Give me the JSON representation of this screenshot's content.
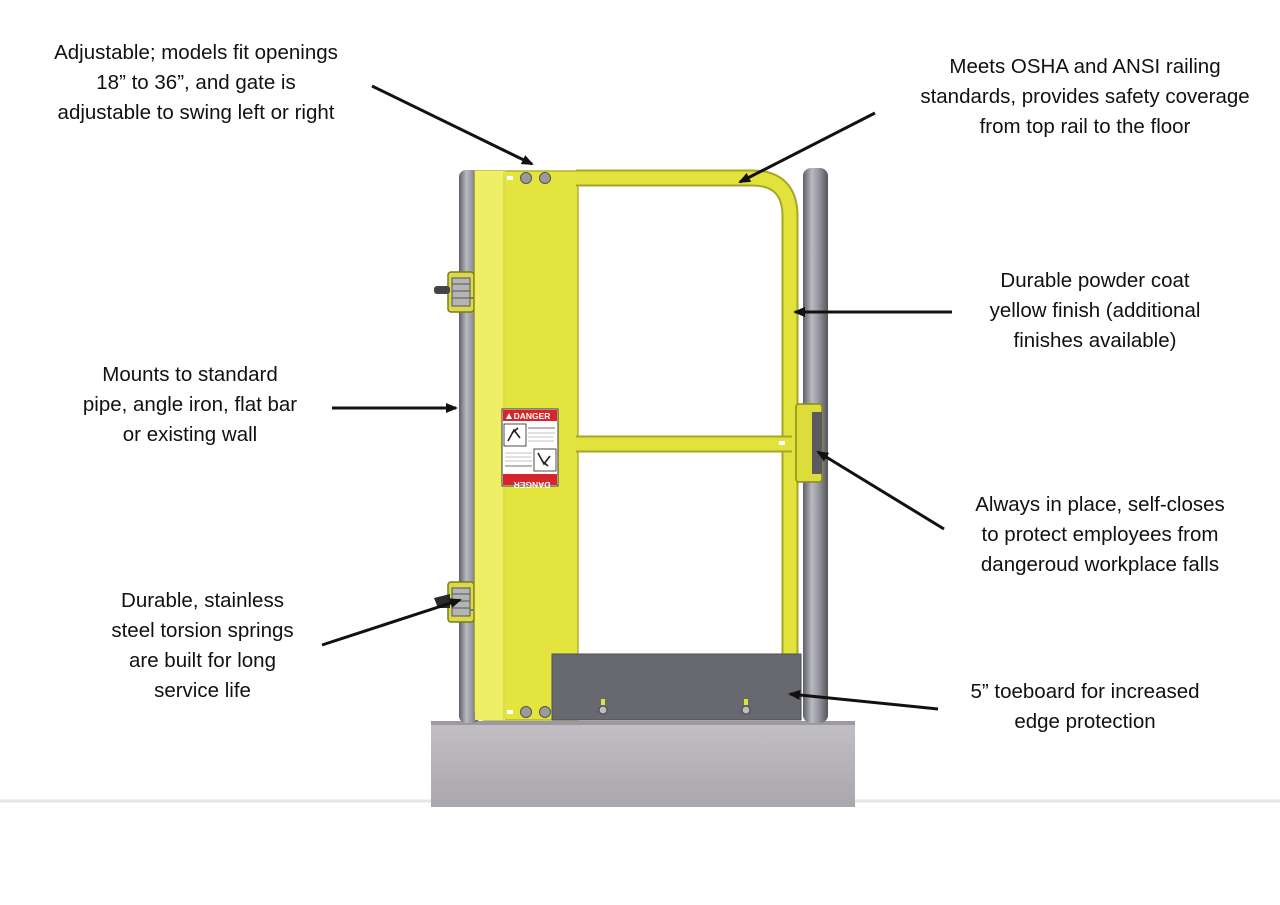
{
  "callouts": {
    "adjustable": {
      "lines": [
        "Adjustable; models fit openings",
        "18” to 36”, and gate is",
        "adjustable to swing left or right"
      ]
    },
    "mounts": {
      "lines": [
        "Mounts to standard",
        "pipe, angle iron, flat bar",
        "or existing wall"
      ]
    },
    "springs": {
      "lines": [
        "Durable, stainless",
        "steel torsion springs",
        "are built for long",
        "service life"
      ]
    },
    "osha": {
      "lines": [
        "Meets OSHA and ANSI railing",
        "standards, provides safety coverage",
        "from top rail to the floor"
      ]
    },
    "powder": {
      "lines": [
        "Durable powder coat",
        "yellow finish (additional",
        "finishes available)"
      ]
    },
    "closes": {
      "lines": [
        "Always in place, self-closes",
        "to protect employees from",
        "dangeroud workplace falls"
      ]
    },
    "toeboard": {
      "lines": [
        "5” toeboard for increased",
        "edge protection"
      ]
    }
  },
  "sign": {
    "header_top": "DANGER",
    "header_bottom": "DANGER",
    "colors": {
      "header": "#d7252b",
      "text": "#ffffff"
    }
  },
  "colors": {
    "gate_yellow": "#e0e03a",
    "gate_edge": "#a8a822",
    "post_gray": "#8e8e96",
    "toeboard_gray": "#68686f",
    "base_gray": "#b6b4b9",
    "arrow": "#111111"
  }
}
